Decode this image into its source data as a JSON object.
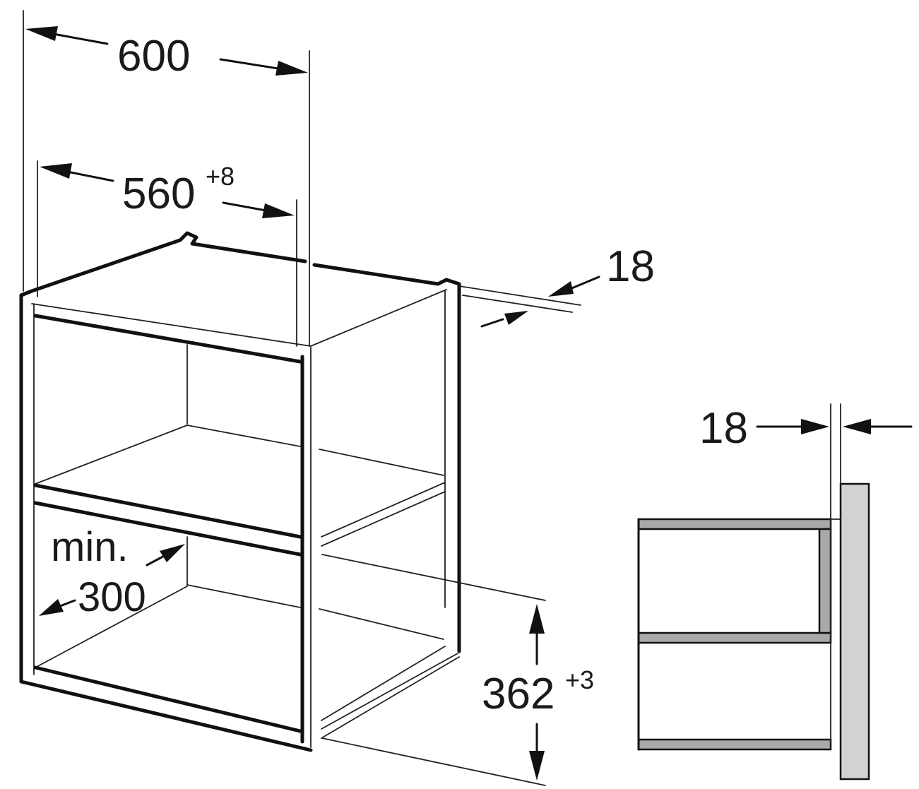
{
  "dimensions": {
    "width_total": "600",
    "width_inner": "560",
    "width_inner_tol": "+8",
    "panel_thickness_top": "18",
    "panel_thickness_side": "18",
    "min_label": "min.",
    "min_depth": "300",
    "height": "362",
    "height_tol": "+3"
  },
  "colors": {
    "line": "#111111",
    "panel_fill": "#a9a9a9",
    "wall_fill": "#d2d2d2"
  }
}
